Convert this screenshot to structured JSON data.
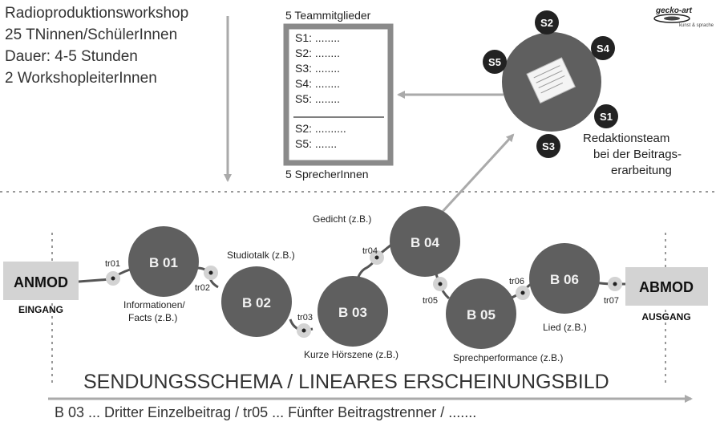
{
  "info": {
    "lines": [
      "Radioproduktionsworkshop",
      "25 TNinnen/SchülerInnen",
      "Dauer: 4-5 Stunden",
      "2 WorkshopleiterInnen"
    ]
  },
  "team_panel": {
    "title": "5 Teammitglieder",
    "members": [
      "S1: ........",
      "S2: ........",
      "S3: ........",
      "S4: ........",
      "S5: ........"
    ],
    "speakers": [
      "S2: ..........",
      "S5: ......."
    ],
    "footer": "5 SprecherInnen"
  },
  "redaktion": {
    "seats": [
      "S1",
      "S2",
      "S3",
      "S4",
      "S5"
    ],
    "caption": [
      "Redaktionsteam",
      "bei der Beitrags-",
      "erarbeitung"
    ]
  },
  "logo": {
    "text": "gecko-art",
    "sub": "kunst & sprache"
  },
  "flow": {
    "start": {
      "label": "ANMOD",
      "sub": "EINGANG"
    },
    "end": {
      "label": "ABMOD",
      "sub": "AUSGANG"
    },
    "blocks": [
      "B 01",
      "B 02",
      "B 03",
      "B 04",
      "B 05",
      "B 06"
    ],
    "separators": [
      "tr01",
      "tr02",
      "tr03",
      "tr04",
      "tr05",
      "tr06",
      "tr07"
    ],
    "captions": {
      "b01": [
        "Informationen/",
        "Facts (z.B.)"
      ],
      "b02": "Studiotalk (z.B.)",
      "b03": "Kurze Hörszene (z.B.)",
      "b04": "Gedicht (z.B.)",
      "b05": "Sprechperformance (z.B.)",
      "b06": "Lied (z.B.)"
    }
  },
  "schema_title": "SENDUNGSSCHEMA / LINEARES ERSCHEINUNGSBILD",
  "legend_text": "B 03  ... Dritter Einzelbeitrag  /  tr05 ... Fünfter Beitragstrenner / .......",
  "colors": {
    "circle": "#5f5f5f",
    "box": "#d3d3d3",
    "panel_border": "#8a8a8a",
    "arrow": "#aaaaaa",
    "seat": "#222222"
  }
}
